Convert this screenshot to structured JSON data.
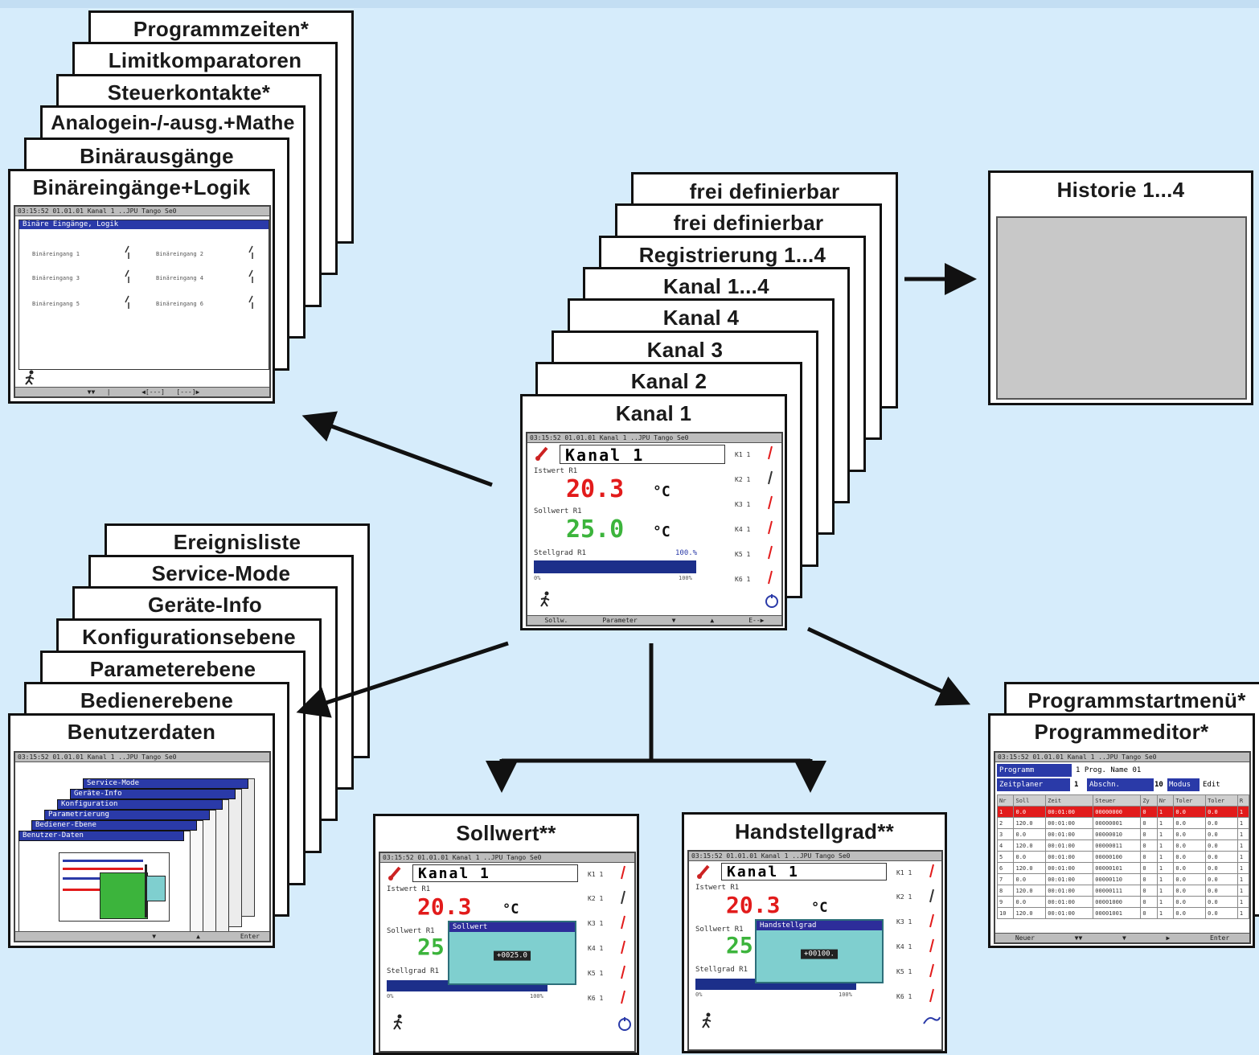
{
  "top_left_stack": [
    "Programmzeiten*",
    "Limitkomparatoren",
    "Steuerkontakte*",
    "Analogein-/-ausg.+Mathe",
    "Binärausgänge",
    "Binäreingänge+Logik"
  ],
  "binary_screen": {
    "header": "Binäre Eingänge, Logik",
    "inputs": [
      "Binäreingang 1",
      "Binäreingang 2",
      "Binäreingang 3",
      "Binäreingang 4",
      "Binäreingang 5",
      "Binäreingang 6"
    ]
  },
  "center_stack": [
    "frei definierbar",
    "frei definierbar",
    "Registrierung 1...4",
    "Kanal 1...4",
    "Kanal 4",
    "Kanal 3",
    "Kanal 2",
    "Kanal 1"
  ],
  "channel_screen": {
    "channel_name": "Kanal 1",
    "istwert_label": "Istwert R1",
    "istwert_value": "20.3",
    "sollwert_label": "Sollwert R1",
    "sollwert_value": "25.0",
    "unit": "°C",
    "stellgrad_label": "Stellgrad R1",
    "stellgrad_value": "100.%",
    "scale_min": "0%",
    "scale_max": "100%",
    "k_labels": [
      "K1 1",
      "K2 1",
      "K3 1",
      "K4 1",
      "K5 1",
      "K6 1"
    ],
    "softkeys": [
      "Sollw.",
      "Parameter",
      "▼",
      "▲",
      "E--▶"
    ]
  },
  "historie": {
    "title": "Historie 1...4"
  },
  "bottom_left_stack": [
    "Ereignisliste",
    "Service-Mode",
    "Geräte-Info",
    "Konfigurationsebene",
    "Parameterebene",
    "Bedienerebene",
    "Benutzerdaten"
  ],
  "menu_screen": {
    "items": [
      "Service-Mode",
      "Geräte-Info",
      "Konfiguration",
      "Parametrierung",
      "Bediener-Ebene",
      "Benutzer-Daten"
    ],
    "softkeys": [
      "▼",
      "▲",
      "Enter"
    ]
  },
  "sollwert_card": {
    "title": "Sollwert**",
    "popup_title": "Sollwert",
    "popup_value": "+0025.0"
  },
  "handstell_card": {
    "title": "Handstellgrad**",
    "popup_title": "Handstellgrad",
    "popup_value": "+00100."
  },
  "right_stack": [
    "Programmstartmenü*",
    "Programmeditor*"
  ],
  "prog_screen": {
    "program_label": "Programm",
    "program_value": "1 Prog. Name 01",
    "zeitplan_label": "Zeitplaner",
    "zeitplan_value": "1",
    "abschn_label": "Abschn.",
    "abschn_value": "10",
    "modus_label": "Modus",
    "modus_value": "Edit",
    "columns": [
      "Nr",
      "Soll",
      "Zeit",
      "Steuer",
      "Zy",
      "Nr",
      "Toler",
      "Toler",
      "R"
    ],
    "rows": [
      [
        "1",
        "0.0",
        "00:01:00",
        "00000000",
        "0",
        "1",
        "0.0",
        "0.0",
        "1"
      ],
      [
        "2",
        "120.0",
        "00:01:00",
        "00000001",
        "0",
        "1",
        "0.0",
        "0.0",
        "1"
      ],
      [
        "3",
        "0.0",
        "00:01:00",
        "00000010",
        "0",
        "1",
        "0.0",
        "0.0",
        "1"
      ],
      [
        "4",
        "120.0",
        "00:01:00",
        "00000011",
        "0",
        "1",
        "0.0",
        "0.0",
        "1"
      ],
      [
        "5",
        "0.0",
        "00:01:00",
        "00000100",
        "0",
        "1",
        "0.0",
        "0.0",
        "1"
      ],
      [
        "6",
        "120.0",
        "00:01:00",
        "00000101",
        "0",
        "1",
        "0.0",
        "0.0",
        "1"
      ],
      [
        "7",
        "0.0",
        "00:01:00",
        "00000110",
        "0",
        "1",
        "0.0",
        "0.0",
        "1"
      ],
      [
        "8",
        "120.0",
        "00:01:00",
        "00000111",
        "0",
        "1",
        "0.0",
        "0.0",
        "1"
      ],
      [
        "9",
        "0.0",
        "00:01:00",
        "00001000",
        "0",
        "1",
        "0.0",
        "0.0",
        "1"
      ],
      [
        "10",
        "120.0",
        "00:01:00",
        "00001001",
        "0",
        "1",
        "0.0",
        "0.0",
        "1"
      ]
    ],
    "softkeys": [
      "Neuer",
      "▼▼",
      "▼",
      "▶",
      "Enter"
    ]
  },
  "status_bar": "03:15:52   01.01.01 Kanal 1   ..JPU Tango Se0",
  "colors": {
    "background": "#d6ecfb",
    "istwert": "#e21b1b",
    "sollwert": "#3cb43c",
    "bar": "#1c2f8a",
    "popup": "#7fcfcf",
    "highlight_row": "#e21b1b"
  }
}
